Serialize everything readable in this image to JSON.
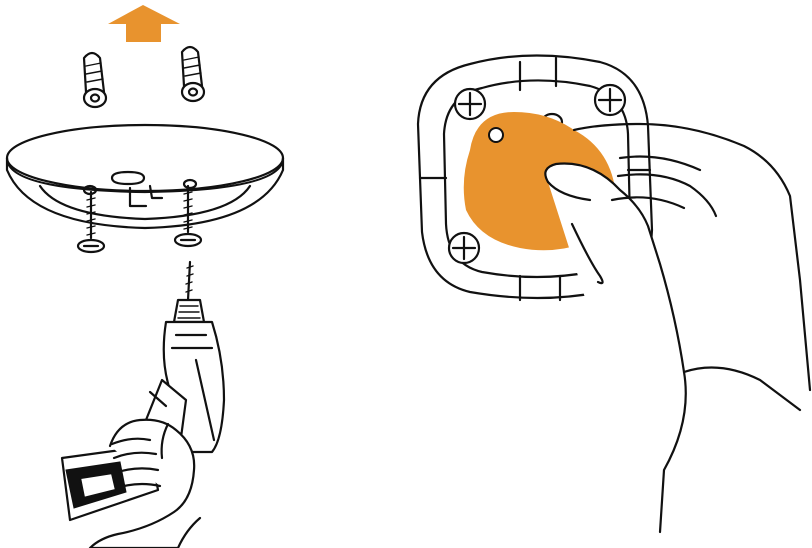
{
  "colors": {
    "accent": "#E8932E",
    "line": "#111111",
    "background": "#FFFFFF"
  },
  "illustrations": [
    {
      "id": "left-panel",
      "items": [
        "up-arrow-icon",
        "wall-anchor",
        "wall-anchor",
        "mounting-plate",
        "screw",
        "screw",
        "power-drill",
        "hand"
      ]
    },
    {
      "id": "right-panel",
      "items": [
        "mounting-bracket",
        "sensor-puck",
        "hand"
      ]
    }
  ]
}
